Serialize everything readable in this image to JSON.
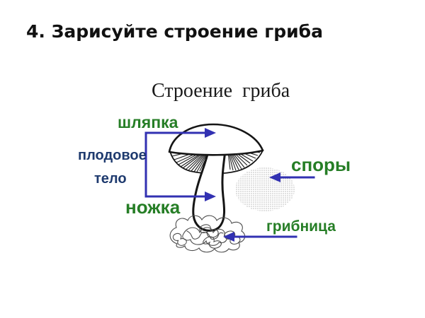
{
  "page": {
    "title": "4. Зарисуйте строение гриба",
    "background": "#ffffff"
  },
  "diagram": {
    "title": "Строение гриба",
    "subject": "mushroom structure",
    "parts": [
      "шляпка",
      "плодовое тело",
      "ножка",
      "споры",
      "грибница"
    ]
  },
  "labels": {
    "cap": "шляпка",
    "fruiting_body": [
      "плодовое",
      "тело"
    ],
    "stem": "ножка",
    "spores": "споры",
    "mycelium": "грибница"
  },
  "colors": {
    "page_background": "#ffffff",
    "title_color": "#111111",
    "subtitle_color": "#1a1a1a",
    "label_green": "#267e26",
    "label_navy": "#1e3a6e",
    "arrow_blue": "#3231b2",
    "spore_dot_gray": "#b7b7b7",
    "mycelium_gray": "#4d4d4d"
  }
}
